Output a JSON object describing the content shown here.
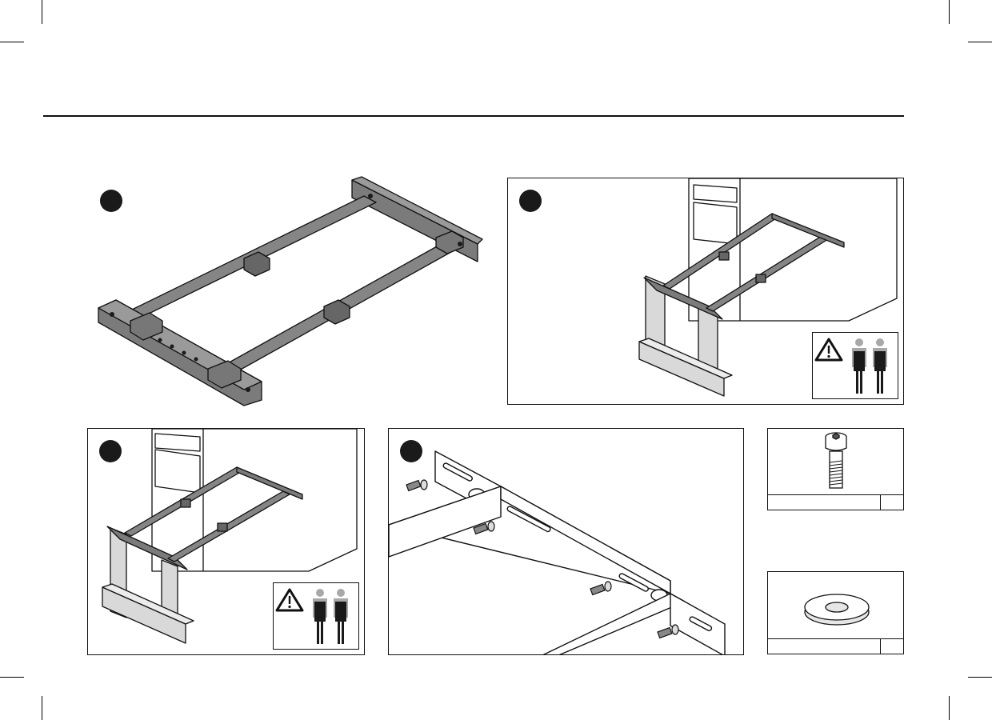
{
  "colors": {
    "frame_steel": "#7b7b7b",
    "frame_dark": "#555555",
    "outline": "#111111",
    "cabinet_fill": "#ffffff",
    "leg_fill": "#d9d9d9",
    "warning_person_head": "#a8a8a8",
    "warning_person_body": "#1a1a1a"
  },
  "steps": [
    {
      "id": 1,
      "content": "frame-assembly"
    },
    {
      "id": 2,
      "content": "attach-frame-to-cabinet",
      "warning": "two-person-lift"
    },
    {
      "id": 3,
      "content": "attach-frame-to-cabinet",
      "warning": "two-person-lift"
    },
    {
      "id": 4,
      "content": "bolt-detail"
    }
  ],
  "icons": {
    "warning": "warning-triangle-icon",
    "people": "two-person-icon",
    "bolt": "hex-socket-bolt-icon",
    "washer": "washer-icon"
  },
  "parts": [
    {
      "name": "hex-socket-bolt",
      "quantity": ""
    },
    {
      "name": "washer",
      "quantity": ""
    }
  ]
}
